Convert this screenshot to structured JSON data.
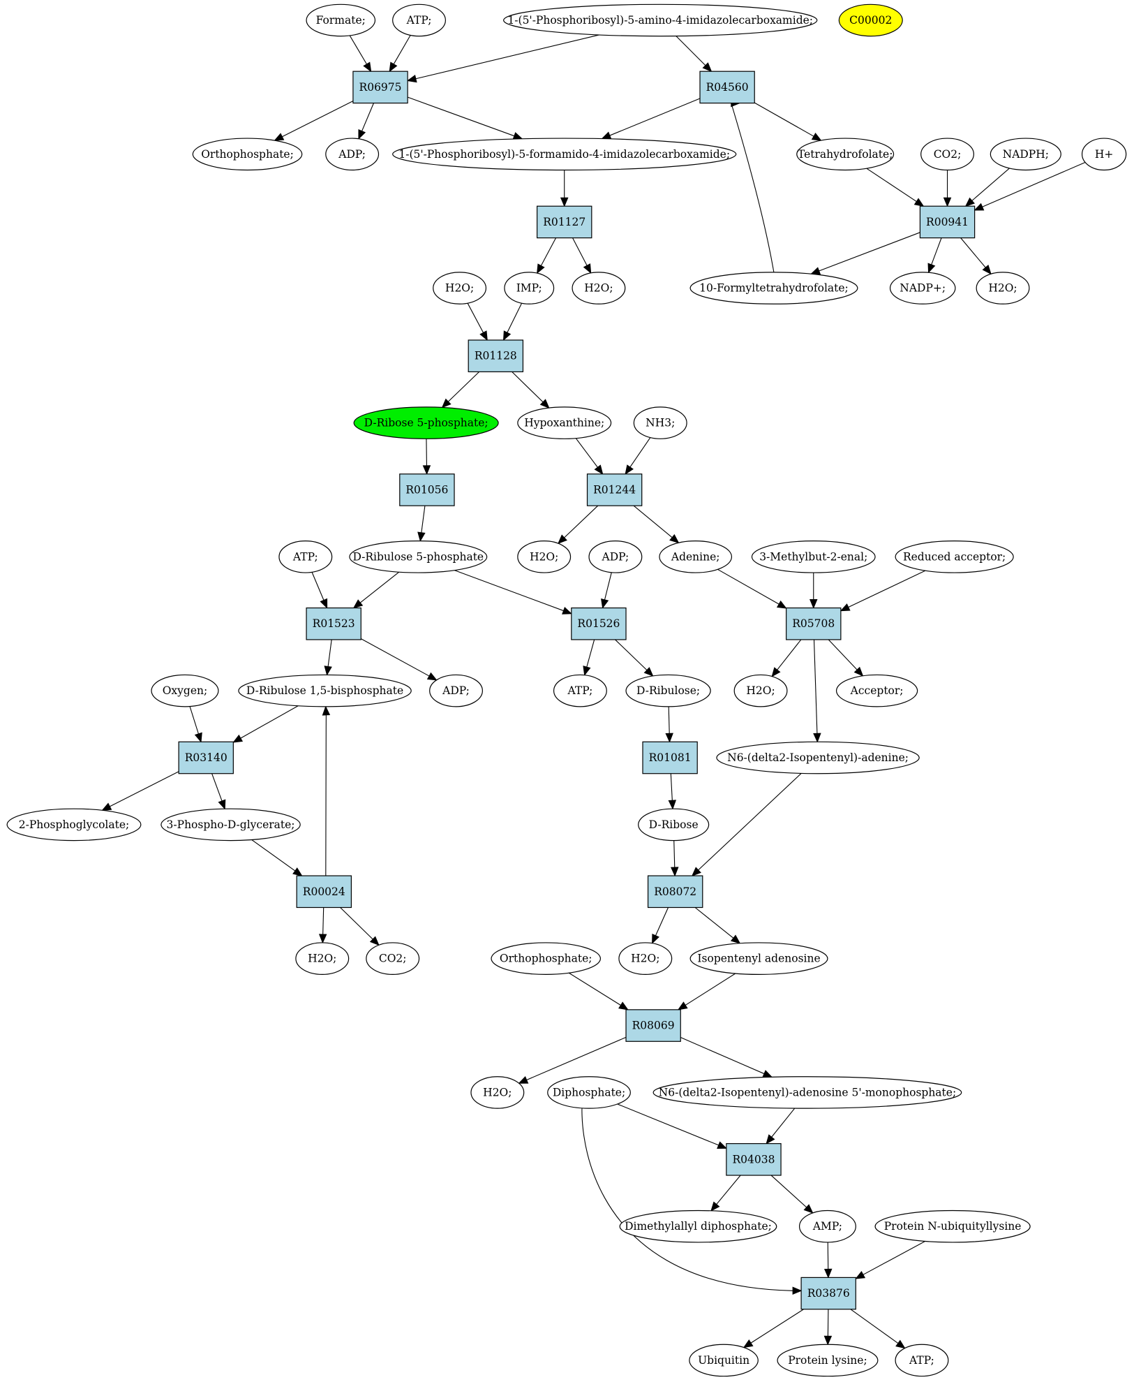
{
  "nodes": {
    "R06975": {
      "label": "R06975",
      "type": "reaction"
    },
    "R04560": {
      "label": "R04560",
      "type": "reaction"
    },
    "R01127": {
      "label": "R01127",
      "type": "reaction"
    },
    "R00941": {
      "label": "R00941",
      "type": "reaction"
    },
    "R01128": {
      "label": "R01128",
      "type": "reaction"
    },
    "R01056": {
      "label": "R01056",
      "type": "reaction"
    },
    "R01244": {
      "label": "R01244",
      "type": "reaction"
    },
    "R01523": {
      "label": "R01523",
      "type": "reaction"
    },
    "R01526": {
      "label": "R01526",
      "type": "reaction"
    },
    "R05708": {
      "label": "R05708",
      "type": "reaction"
    },
    "R03140": {
      "label": "R03140",
      "type": "reaction"
    },
    "R01081": {
      "label": "R01081",
      "type": "reaction"
    },
    "R00024": {
      "label": "R00024",
      "type": "reaction"
    },
    "R08072": {
      "label": "R08072",
      "type": "reaction"
    },
    "R08069": {
      "label": "R08069",
      "type": "reaction"
    },
    "R04038": {
      "label": "R04038",
      "type": "reaction"
    },
    "R03876": {
      "label": "R03876",
      "type": "reaction"
    },
    "formate": {
      "label": "Formate;",
      "type": "compound"
    },
    "atp1": {
      "label": "ATP;",
      "type": "compound"
    },
    "aicar": {
      "label": "1-(5'-Phosphoribosyl)-5-amino-4-imidazolecarboxamide;",
      "type": "compound"
    },
    "c00002": {
      "label": "C00002",
      "type": "compound",
      "fill": "#ffff00"
    },
    "orthophos1": {
      "label": "Orthophosphate;",
      "type": "compound"
    },
    "adp1": {
      "label": "ADP;",
      "type": "compound"
    },
    "faicar": {
      "label": "1-(5'-Phosphoribosyl)-5-formamido-4-imidazolecarboxamide;",
      "type": "compound"
    },
    "thf": {
      "label": "Tetrahydrofolate;",
      "type": "compound"
    },
    "co2a": {
      "label": "CO2;",
      "type": "compound"
    },
    "nadph": {
      "label": "NADPH;",
      "type": "compound"
    },
    "hplus": {
      "label": "H+",
      "type": "compound"
    },
    "h2o1": {
      "label": "H2O;",
      "type": "compound"
    },
    "imp": {
      "label": "IMP;",
      "type": "compound"
    },
    "h2o2": {
      "label": "H2O;",
      "type": "compound"
    },
    "fthf": {
      "label": "10-Formyltetrahydrofolate;",
      "type": "compound"
    },
    "nadp": {
      "label": "NADP+;",
      "type": "compound"
    },
    "h2o3": {
      "label": "H2O;",
      "type": "compound"
    },
    "r5p": {
      "label": "D-Ribose 5-phosphate;",
      "type": "compound",
      "fill": "#00ee00"
    },
    "hypox": {
      "label": "Hypoxanthine;",
      "type": "compound"
    },
    "nh3": {
      "label": "NH3;",
      "type": "compound"
    },
    "atp2": {
      "label": "ATP;",
      "type": "compound"
    },
    "ru5p": {
      "label": "D-Ribulose 5-phosphate",
      "type": "compound"
    },
    "h2o4": {
      "label": "H2O;",
      "type": "compound"
    },
    "adp2": {
      "label": "ADP;",
      "type": "compound"
    },
    "adenine": {
      "label": "Adenine;",
      "type": "compound"
    },
    "methylbutenal": {
      "label": "3-Methylbut-2-enal;",
      "type": "compound"
    },
    "redacc": {
      "label": "Reduced acceptor;",
      "type": "compound"
    },
    "oxygen": {
      "label": "Oxygen;",
      "type": "compound"
    },
    "rubp": {
      "label": "D-Ribulose 1,5-bisphosphate",
      "type": "compound"
    },
    "adp3": {
      "label": "ADP;",
      "type": "compound"
    },
    "atp3": {
      "label": "ATP;",
      "type": "compound"
    },
    "ribulose": {
      "label": "D-Ribulose;",
      "type": "compound"
    },
    "h2o5": {
      "label": "H2O;",
      "type": "compound"
    },
    "acceptor": {
      "label": "Acceptor;",
      "type": "compound"
    },
    "pglycolate": {
      "label": "2-Phosphoglycolate;",
      "type": "compound"
    },
    "pga": {
      "label": "3-Phospho-D-glycerate;",
      "type": "compound"
    },
    "ribose": {
      "label": "D-Ribose",
      "type": "compound"
    },
    "n6ade": {
      "label": "N6-(delta2-Isopentenyl)-adenine;",
      "type": "compound"
    },
    "h2o6": {
      "label": "H2O;",
      "type": "compound"
    },
    "co2b": {
      "label": "CO2;",
      "type": "compound"
    },
    "orthophos2": {
      "label": "Orthophosphate;",
      "type": "compound"
    },
    "h2o7": {
      "label": "H2O;",
      "type": "compound"
    },
    "ipado": {
      "label": "Isopentenyl adenosine",
      "type": "compound"
    },
    "h2o8": {
      "label": "H2O;",
      "type": "compound"
    },
    "diphos": {
      "label": "Diphosphate;",
      "type": "compound"
    },
    "n6amp": {
      "label": "N6-(delta2-Isopentenyl)-adenosine 5'-monophosphate;",
      "type": "compound"
    },
    "dmapp": {
      "label": "Dimethylallyl diphosphate;",
      "type": "compound"
    },
    "amp": {
      "label": "AMP;",
      "type": "compound"
    },
    "protubq": {
      "label": "Protein N-ubiquityllysine",
      "type": "compound"
    },
    "ubiquitin": {
      "label": "Ubiquitin",
      "type": "compound"
    },
    "protlys": {
      "label": "Protein lysine;",
      "type": "compound"
    },
    "atp4": {
      "label": "ATP;",
      "type": "compound"
    }
  },
  "edges": [
    [
      "formate",
      "R06975"
    ],
    [
      "atp1",
      "R06975"
    ],
    [
      "aicar",
      "R06975"
    ],
    [
      "R06975",
      "orthophos1"
    ],
    [
      "R06975",
      "adp1"
    ],
    [
      "R06975",
      "faicar"
    ],
    [
      "aicar",
      "R04560"
    ],
    [
      "fthf",
      "R04560"
    ],
    [
      "R04560",
      "faicar"
    ],
    [
      "R04560",
      "thf"
    ],
    [
      "faicar",
      "R01127"
    ],
    [
      "R01127",
      "imp"
    ],
    [
      "R01127",
      "h2o2"
    ],
    [
      "thf",
      "R00941"
    ],
    [
      "co2a",
      "R00941"
    ],
    [
      "nadph",
      "R00941"
    ],
    [
      "hplus",
      "R00941"
    ],
    [
      "R00941",
      "fthf"
    ],
    [
      "R00941",
      "nadp"
    ],
    [
      "R00941",
      "h2o3"
    ],
    [
      "h2o1",
      "R01128"
    ],
    [
      "imp",
      "R01128"
    ],
    [
      "R01128",
      "r5p"
    ],
    [
      "R01128",
      "hypox"
    ],
    [
      "r5p",
      "R01056"
    ],
    [
      "R01056",
      "ru5p"
    ],
    [
      "hypox",
      "R01244"
    ],
    [
      "nh3",
      "R01244"
    ],
    [
      "R01244",
      "h2o4"
    ],
    [
      "R01244",
      "adenine"
    ],
    [
      "atp2",
      "R01523"
    ],
    [
      "ru5p",
      "R01523"
    ],
    [
      "R01523",
      "rubp"
    ],
    [
      "R01523",
      "adp3"
    ],
    [
      "ru5p",
      "R01526"
    ],
    [
      "adp2",
      "R01526"
    ],
    [
      "R01526",
      "atp3"
    ],
    [
      "R01526",
      "ribulose"
    ],
    [
      "adenine",
      "R05708"
    ],
    [
      "methylbutenal",
      "R05708"
    ],
    [
      "redacc",
      "R05708"
    ],
    [
      "R05708",
      "h2o5"
    ],
    [
      "R05708",
      "acceptor"
    ],
    [
      "R05708",
      "n6ade"
    ],
    [
      "oxygen",
      "R03140"
    ],
    [
      "rubp",
      "R03140"
    ],
    [
      "R03140",
      "pglycolate"
    ],
    [
      "R03140",
      "pga"
    ],
    [
      "ribulose",
      "R01081"
    ],
    [
      "R01081",
      "ribose"
    ],
    [
      "pga",
      "R00024"
    ],
    [
      "R00024",
      "rubp"
    ],
    [
      "R00024",
      "h2o6"
    ],
    [
      "R00024",
      "co2b"
    ],
    [
      "ribose",
      "R08072"
    ],
    [
      "n6ade",
      "R08072"
    ],
    [
      "R08072",
      "h2o7"
    ],
    [
      "R08072",
      "ipado"
    ],
    [
      "orthophos2",
      "R08069"
    ],
    [
      "ipado",
      "R08069"
    ],
    [
      "R08069",
      "h2o8"
    ],
    [
      "R08069",
      "n6amp"
    ],
    [
      "diphos",
      "R04038"
    ],
    [
      "n6amp",
      "R04038"
    ],
    [
      "R04038",
      "dmapp"
    ],
    [
      "R04038",
      "amp"
    ],
    [
      "amp",
      "R03876"
    ],
    [
      "diphos",
      "R03876"
    ],
    [
      "protubq",
      "R03876"
    ],
    [
      "R03876",
      "ubiquitin"
    ],
    [
      "R03876",
      "protlys"
    ],
    [
      "R03876",
      "atp4"
    ]
  ]
}
